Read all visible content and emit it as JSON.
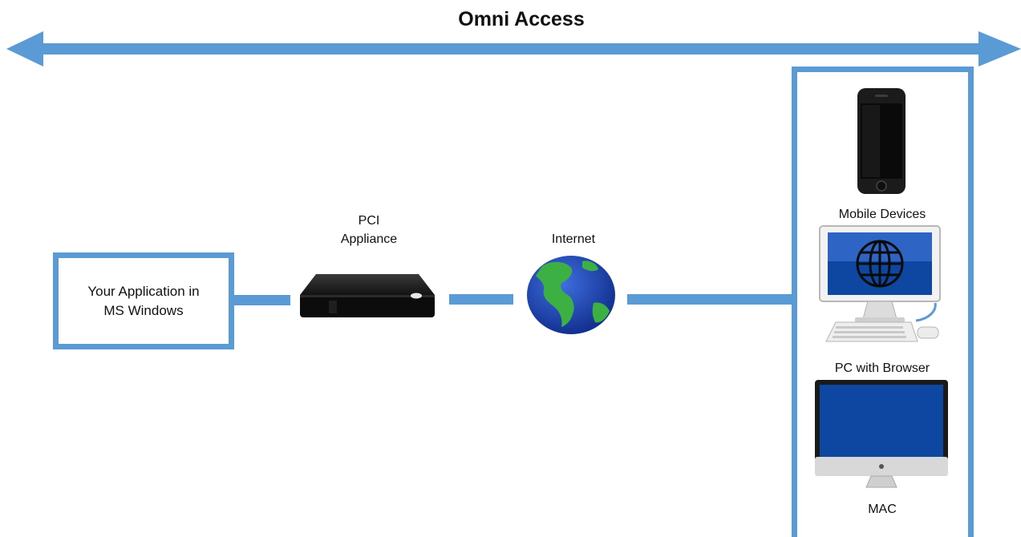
{
  "title": "Omni Access",
  "app_box": {
    "label": "Your Application in\nMS Windows"
  },
  "pci_appliance": {
    "label": "PCI\nAppliance"
  },
  "internet": {
    "label": "Internet"
  },
  "clients": [
    {
      "label": "Mobile Devices",
      "icon": "smartphone-icon"
    },
    {
      "label": "PC with Browser",
      "icon": "desktop-browser-icon"
    },
    {
      "label": "MAC",
      "icon": "imac-icon"
    }
  ],
  "colors": {
    "accent": "#5b9bd5",
    "screen_blue": "#0d47a1",
    "globe_ocean": "#1e40b0",
    "globe_land": "#3cb043"
  }
}
